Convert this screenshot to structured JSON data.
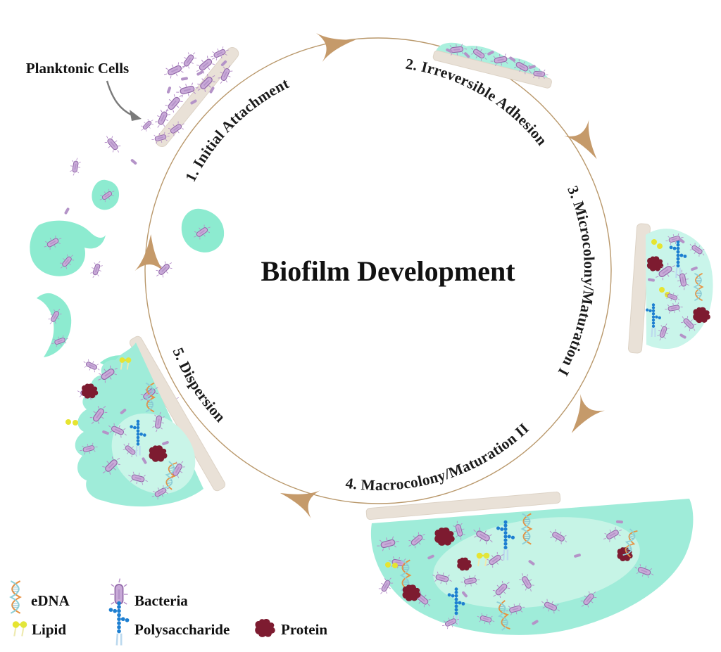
{
  "title": "Biofilm Development",
  "planktonic_label": "Planktonic Cells",
  "stages": [
    {
      "id": 1,
      "label": "1. Initial Attachment"
    },
    {
      "id": 2,
      "label": "2. Irreversible Adhesion"
    },
    {
      "id": 3,
      "label": "3. Microcolony/Maturation I"
    },
    {
      "id": 4,
      "label": "4. Macrocolony/Maturation II"
    },
    {
      "id": 5,
      "label": "5. Dispersion"
    }
  ],
  "legend": {
    "items": [
      {
        "label": "eDNA",
        "icon": "dna-icon"
      },
      {
        "label": "Lipid",
        "icon": "lipid-icon"
      },
      {
        "label": "Bacteria",
        "icon": "bacteria-icon"
      },
      {
        "label": "Polysaccharide",
        "icon": "polysaccharide-icon"
      },
      {
        "label": "Protein",
        "icon": "protein-icon"
      }
    ]
  },
  "colors": {
    "cycle_arrow": "#c59a6a",
    "cycle_ring": "#b9986b",
    "biofilm_teal": "#9fecd9",
    "biofilm_teal_light": "#c9f5e9",
    "fragment_teal": "#8debd0",
    "surface_beige": "#e9e1d7",
    "bacteria_purple": "#c9aad8",
    "polysaccharide_blue": "#1d7fd1",
    "lipid_yellow": "#e6e430",
    "protein_maroon": "#7d1b30",
    "dna_orange": "#e89140",
    "dna_teal": "#8fd0d8",
    "pointer_gray": "#7a7a7a",
    "text_black": "#1c1c1c"
  }
}
